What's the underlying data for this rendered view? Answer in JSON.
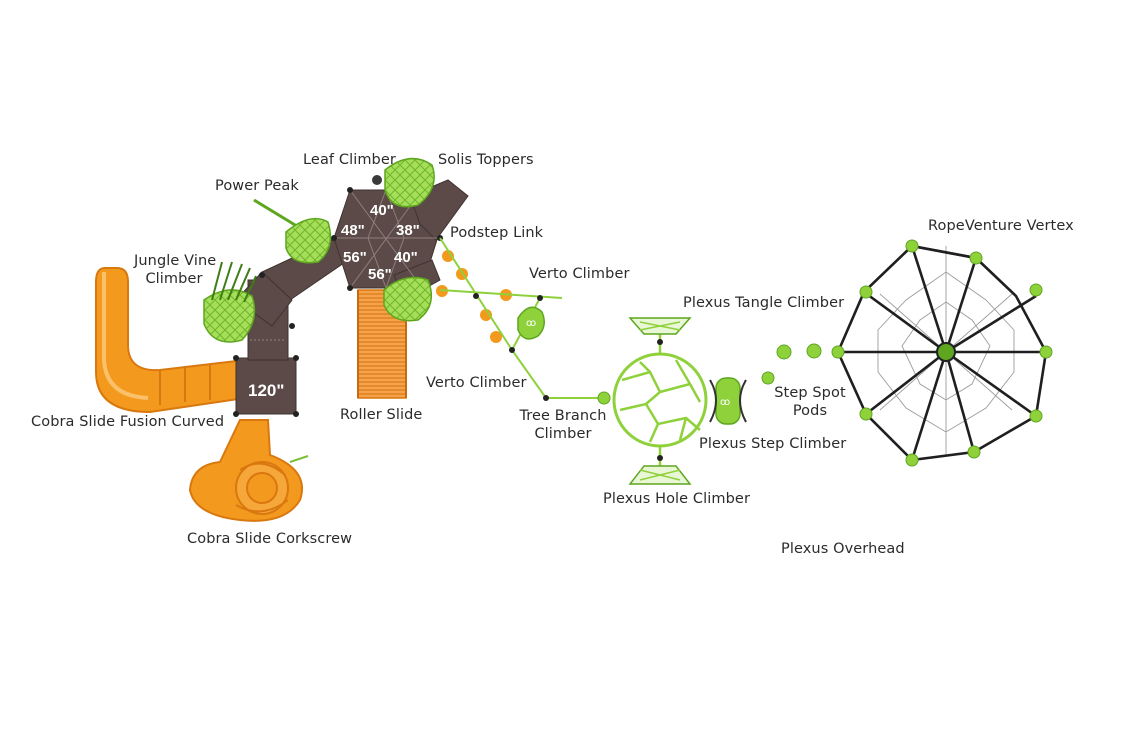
{
  "labels": {
    "leaf_climber": "Leaf Climber",
    "solis_toppers": "Solis Toppers",
    "power_peak": "Power Peak",
    "podstep_link": "Podstep Link",
    "jungle_vine_climber_l1": "Jungle Vine",
    "jungle_vine_climber_l2": "Climber",
    "verto_climber_top": "Verto Climber",
    "verto_climber_bottom": "Verto Climber",
    "plexus_tangle_climber": "Plexus Tangle Climber",
    "ropeventure_vertex": "RopeVenture Vertex",
    "cobra_slide_fusion_curved": "Cobra Slide Fusion Curved",
    "roller_slide": "Roller Slide",
    "tree_branch_climber_l1": "Tree Branch",
    "tree_branch_climber_l2": "Climber",
    "step_spot_pods_l1": "Step Spot",
    "step_spot_pods_l2": "Pods",
    "plexus_step_climber": "Plexus Step Climber",
    "plexus_hole_climber": "Plexus Hole Climber",
    "cobra_slide_corkscrew": "Cobra Slide Corkscrew",
    "plexus_overhead": "Plexus Overhead"
  },
  "deck_heights": {
    "top": "40\"",
    "upper_left": "48\"",
    "upper_right": "38\"",
    "lower_left": "56\"",
    "lower_right": "40\"",
    "bottom": "56\"",
    "tower": "120\""
  },
  "colors": {
    "deck": "#5b4a47",
    "slide_orange": "#f39a1e",
    "slide_orange_dark": "#d9780f",
    "climber_green": "#8fd13b",
    "climber_green_dark": "#5ea61f",
    "net_dark": "#222222"
  }
}
